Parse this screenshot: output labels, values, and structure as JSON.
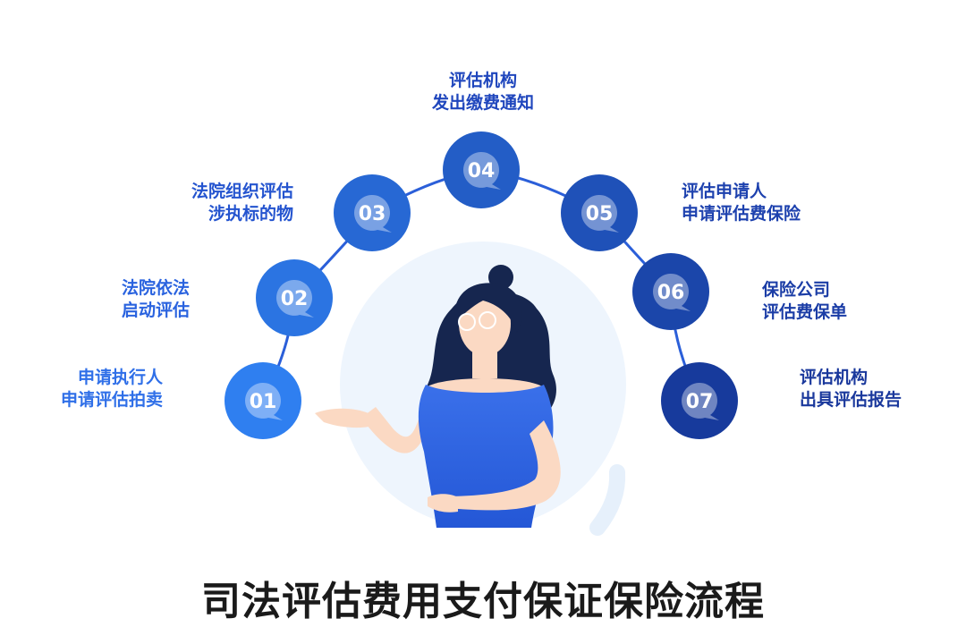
{
  "title": "司法评估费用支付保证保险流程",
  "colors": {
    "step_light": "#2f7ff0",
    "step_dark": "#173a9c",
    "arc": "#2b5fd9",
    "halo": "#eef5fd",
    "shirt": "#2d62e0",
    "hair": "#16264f",
    "skin": "#fbd9c3",
    "text_light": "#2f66de",
    "text_dark": "#1c3b9e"
  },
  "steps": [
    {
      "num": "01",
      "line1": "申请执行人",
      "line2": "申请评估拍卖"
    },
    {
      "num": "02",
      "line1": "法院依法",
      "line2": "启动评估"
    },
    {
      "num": "03",
      "line1": "法院组织评估",
      "line2": "涉执标的物"
    },
    {
      "num": "04",
      "line1": "评估机构",
      "line2": "发出缴费通知"
    },
    {
      "num": "05",
      "line1": "评估申请人",
      "line2": "申请评估费保险"
    },
    {
      "num": "06",
      "line1": "保险公司",
      "line2": "评估费保单"
    },
    {
      "num": "07",
      "line1": "评估机构",
      "line2": "出具评估报告"
    }
  ]
}
